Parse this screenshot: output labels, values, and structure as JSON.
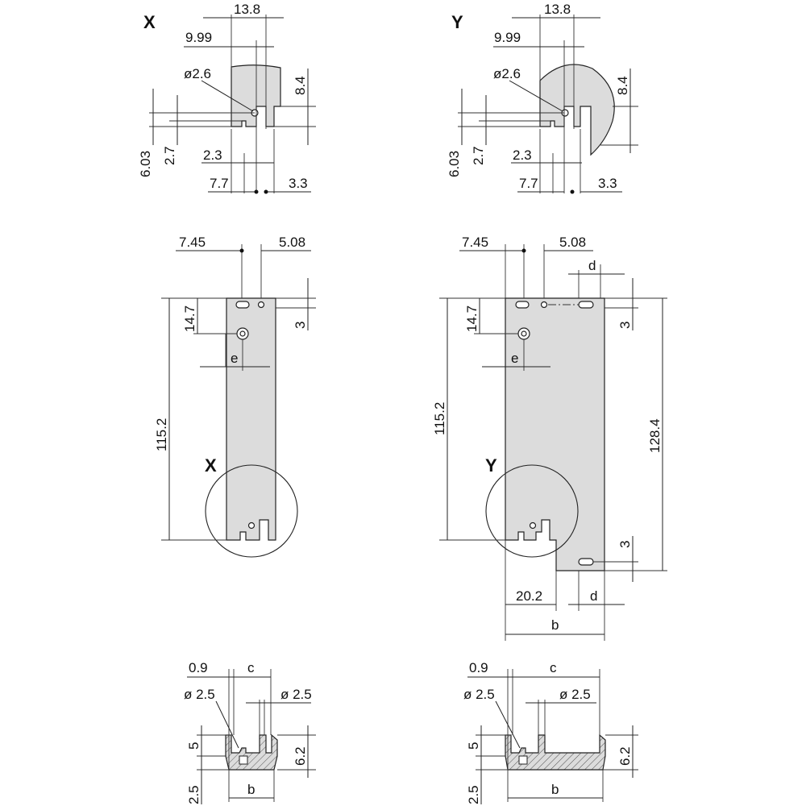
{
  "views": {
    "detail_x": {
      "label": "X",
      "dims": {
        "w138": "13.8",
        "w999": "9.99",
        "hole": "ø2.6",
        "h84": "8.4",
        "h603": "6.03",
        "h27": "2.7",
        "w23": "2.3",
        "w77": "7.7",
        "w33": "3.3"
      }
    },
    "detail_y": {
      "label": "Y",
      "dims": {
        "w138": "13.8",
        "w999": "9.99",
        "hole": "ø2.6",
        "h84": "8.4",
        "h603": "6.03",
        "h27": "2.7",
        "w23": "2.3",
        "w77": "7.7",
        "w33": "3.3"
      }
    },
    "front_x": {
      "detail_label": "X",
      "dims": {
        "w745": "7.45",
        "w508": "5.08",
        "h147": "14.7",
        "h3": "3",
        "e": "e",
        "h1152": "115.2"
      }
    },
    "front_y": {
      "detail_label": "Y",
      "dims": {
        "w745": "7.45",
        "w508": "5.08",
        "d_top": "d",
        "h147": "14.7",
        "h3_top": "3",
        "e": "e",
        "h1152": "115.2",
        "h1284": "128.4",
        "h3_bottom": "3",
        "w202": "20.2",
        "d_bottom": "d",
        "b": "b"
      }
    },
    "section_x": {
      "dims": {
        "w09": "0.9",
        "c": "c",
        "hole_left": "ø 2.5",
        "hole_right": "ø 2.5",
        "h5": "5",
        "h62": "6.2",
        "h25": "2.5",
        "b": "b"
      }
    },
    "section_y": {
      "dims": {
        "w09": "0.9",
        "c": "c",
        "hole_left": "ø 2.5",
        "hole_right": "ø 2.5",
        "h5": "5",
        "h62": "6.2",
        "h25": "2.5",
        "b": "b"
      }
    }
  },
  "colors": {
    "part_fill": "#dcdcdc",
    "line": "#222222",
    "background": "#ffffff"
  }
}
